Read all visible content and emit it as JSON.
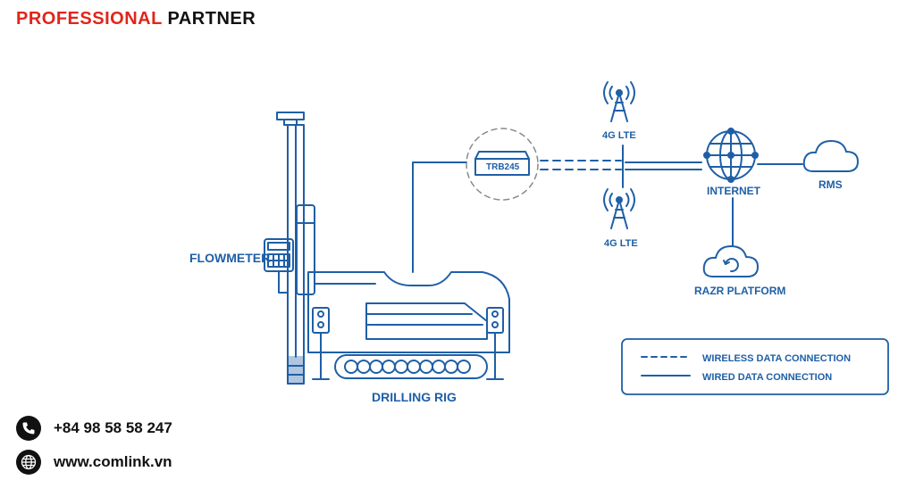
{
  "header": {
    "part1": "PROFESSIONAL",
    "part2": "PARTNER"
  },
  "labels": {
    "flowmeter": "FLOWMETER",
    "drilling_rig": "DRILLING RIG",
    "router": "TRB245",
    "lte_top": "4G LTE",
    "lte_bottom": "4G LTE",
    "internet": "INTERNET",
    "rms": "RMS",
    "platform": "RAZR PLATFORM"
  },
  "legend": {
    "wireless": "WIRELESS DATA CONNECTION",
    "wired": "WIRED DATA CONNECTION"
  },
  "contact": {
    "phone": "+84 98 58 58 247",
    "website": "www.comlink.vn"
  },
  "colors": {
    "accent": "#1f5fa6",
    "brand_red": "#e1251b",
    "text_dark": "#111111"
  }
}
